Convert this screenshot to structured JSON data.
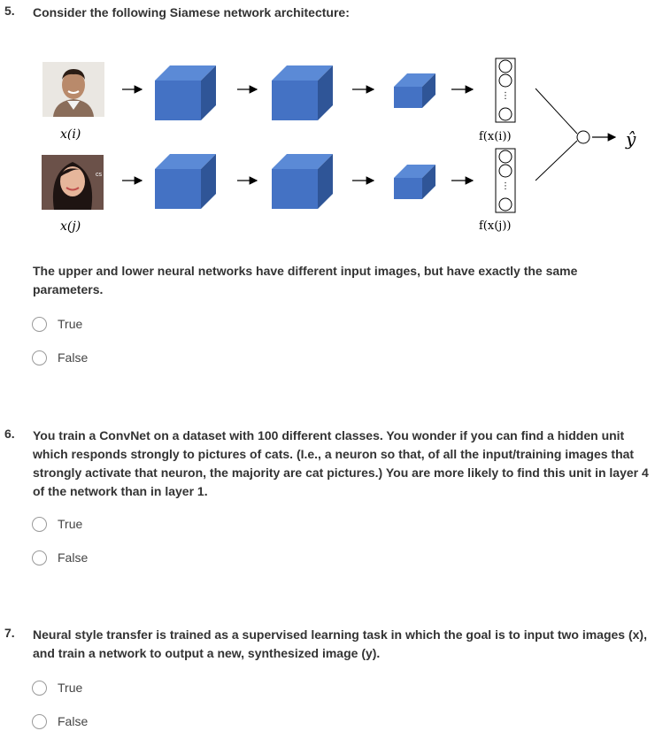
{
  "q5": {
    "number": "5.",
    "title": "Consider the following Siamese network architecture:",
    "diagram": {
      "label_xi": "x(i)",
      "label_xj": "x(j)",
      "label_fxi": "f(x(i))",
      "label_fxj": "f(x(j))",
      "output_label": "ŷ"
    },
    "statement": "The upper and lower neural networks have different input images, but have exactly the same parameters.",
    "options": [
      "True",
      "False"
    ]
  },
  "q6": {
    "number": "6.",
    "statement": "You train a ConvNet on a dataset with 100 different classes. You wonder if you can find a hidden unit which responds strongly to pictures of cats. (I.e., a neuron so that, of all the input/training images that strongly activate that neuron, the majority are cat pictures.) You are more likely to find this unit in layer 4 of the network than in layer 1.",
    "options": [
      "True",
      "False"
    ]
  },
  "q7": {
    "number": "7.",
    "statement": "Neural style transfer is trained as a supervised learning task in which the goal is to input two images (x), and train a network to output a new, synthesized image (y).",
    "options": [
      "True",
      "False"
    ]
  },
  "colors": {
    "cube_front": "#4472c4",
    "cube_top": "#5b8ad6",
    "cube_side": "#2f5597",
    "text": "#333333"
  }
}
